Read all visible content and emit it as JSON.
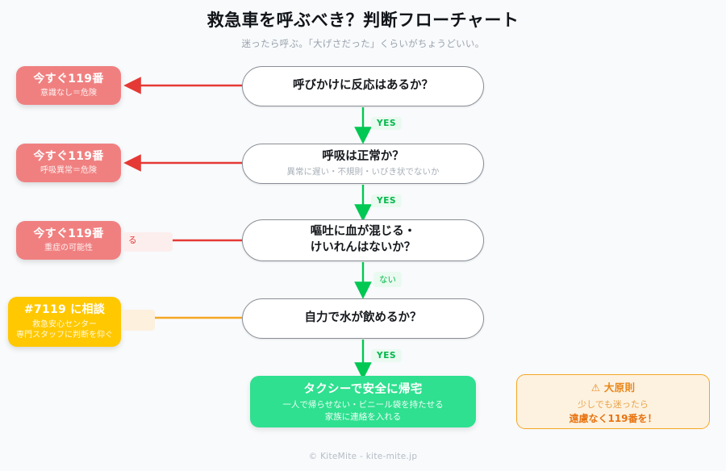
{
  "header": {
    "title": "救急車を呼ぶべき？判断フローチャート",
    "subtitle": "迷ったら呼ぶ。「大げさだった」くらいがちょうどいい。"
  },
  "colors": {
    "background": "#f8fafc",
    "danger": "#f08080",
    "consult": "#ffc800",
    "terminal": "#2ee08f",
    "arrow_green": "#00c853",
    "arrow_red": "#e53935",
    "arrow_orange": "#f5a623",
    "node_border": "#8a8f96",
    "note_border": "#f5a623",
    "note_background": "#fdf2e0"
  },
  "nodes": [
    {
      "id": "node-consciousness",
      "title": "呼びかけに反応はあるか？",
      "subtitle": ""
    },
    {
      "id": "node-breathing",
      "title": "呼吸は正常か？",
      "subtitle": "異常に遅い・不規則・いびき状でないか"
    },
    {
      "id": "node-vomit-seizure",
      "title": "嘔吐に血が混じる・",
      "title2": "けいれんはないか？",
      "subtitle": ""
    },
    {
      "id": "node-drink-water",
      "title": "自力で水が飲めるか？",
      "subtitle": ""
    }
  ],
  "outcomes": [
    {
      "id": "outcome-no-response",
      "title": "今すぐ119番",
      "subtitle": "意識なし＝危険",
      "kind": "danger"
    },
    {
      "id": "outcome-abnormal-breathing",
      "title": "今すぐ119番",
      "subtitle": "呼吸異常＝危険",
      "kind": "danger"
    },
    {
      "id": "outcome-severe",
      "title": "今すぐ119番",
      "subtitle": "重症の可能性",
      "kind": "danger"
    },
    {
      "id": "outcome-consult-7119",
      "title": "#7119 に相談",
      "subtitle": "救急安心センター",
      "subtitle2": "専門スタッフに判断を仰ぐ",
      "kind": "consult"
    }
  ],
  "terminal": {
    "title": "タクシーで安全に帰宅",
    "subtitle": "一人で帰らせない・ビニール袋を持たせる",
    "subtitle2": "家族に連絡を入れる"
  },
  "note": {
    "icon": "warning-triangle-icon",
    "title": "⚠ 大原則",
    "line1": "少しでも迷ったら",
    "line2": "遠慮なく119番を！"
  },
  "edge_labels": {
    "yes1": "YES",
    "yes2": "YES",
    "nai": "ない",
    "yes3": "YES",
    "aru": "る",
    "consult_chip": ""
  },
  "footer": {
    "credit": "© KiteMite - kite-mite.jp"
  }
}
